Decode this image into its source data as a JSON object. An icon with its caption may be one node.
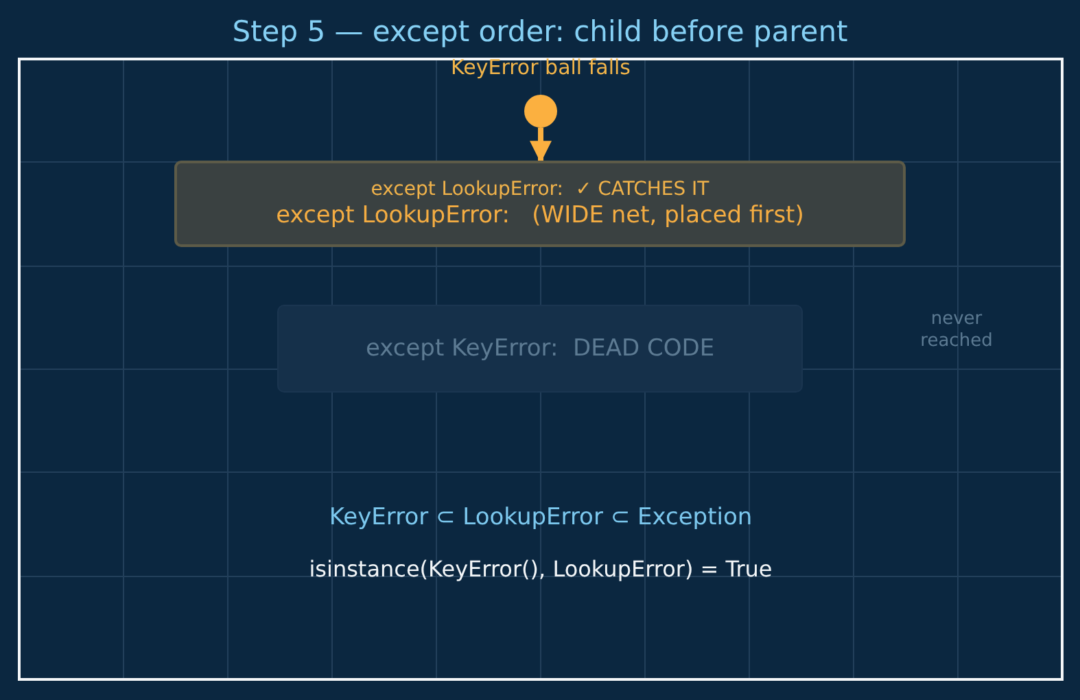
{
  "diagram": {
    "title": "Step 5 — except order: child before parent",
    "nodes": [
      {
        "text": [],
        "shape": "circle",
        "beside": [
          "KeyError ball falls"
        ]
      },
      {
        "text": [
          "except LookupError:  ✓ CATCHES IT",
          "except LookupError:   (WIDE net, placed first)"
        ]
      },
      {
        "text": [
          "except KeyError:  DEAD CODE"
        ]
      }
    ],
    "edges": [
      {
        "from": 0,
        "to": 1,
        "arrow": "to"
      }
    ],
    "labels": [
      "never reached",
      "KeyError ⊂ LookupError ⊂ Exception",
      "isinstance(KeyError(), LookupError) = True"
    ]
  }
}
